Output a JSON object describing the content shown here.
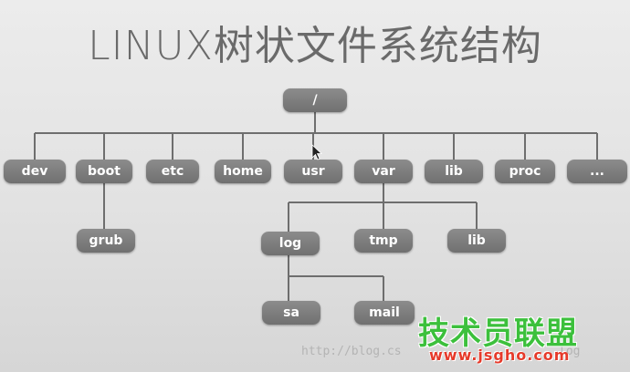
{
  "title": "LINUX树状文件系统结构",
  "nodes": {
    "root": "/",
    "dev": "dev",
    "boot": "boot",
    "etc": "etc",
    "home": "home",
    "usr": "usr",
    "var": "var",
    "lib": "lib",
    "proc": "proc",
    "more": "...",
    "grub": "grub",
    "log": "log",
    "tmp": "tmp",
    "var_lib": "lib",
    "sa": "sa",
    "mail": "mail"
  },
  "watermark": {
    "url_left": "http://blog.cs",
    "url_right": "log",
    "logo_text": "技术员联盟",
    "logo_url": "www.jsgho.com"
  },
  "colors": {
    "node_fill": "#7c7c7c",
    "connector": "#6e6e6e",
    "title": "#6a6a6a",
    "logo_green": "#3cc03c",
    "logo_red": "#e63a2a"
  }
}
